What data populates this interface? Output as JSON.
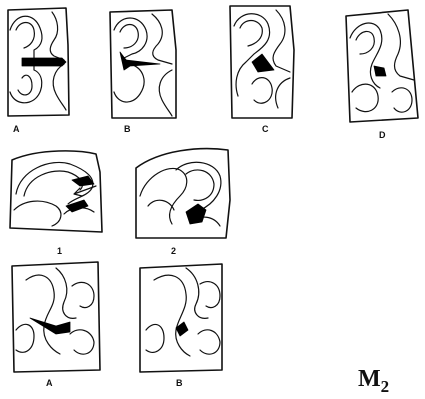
{
  "panels": {
    "row1": [
      "A",
      "B",
      "C",
      "D"
    ],
    "row2": [
      "1",
      "2"
    ],
    "row3": [
      "A",
      "B"
    ]
  },
  "tooth": {
    "main": "M",
    "sub": "2"
  }
}
